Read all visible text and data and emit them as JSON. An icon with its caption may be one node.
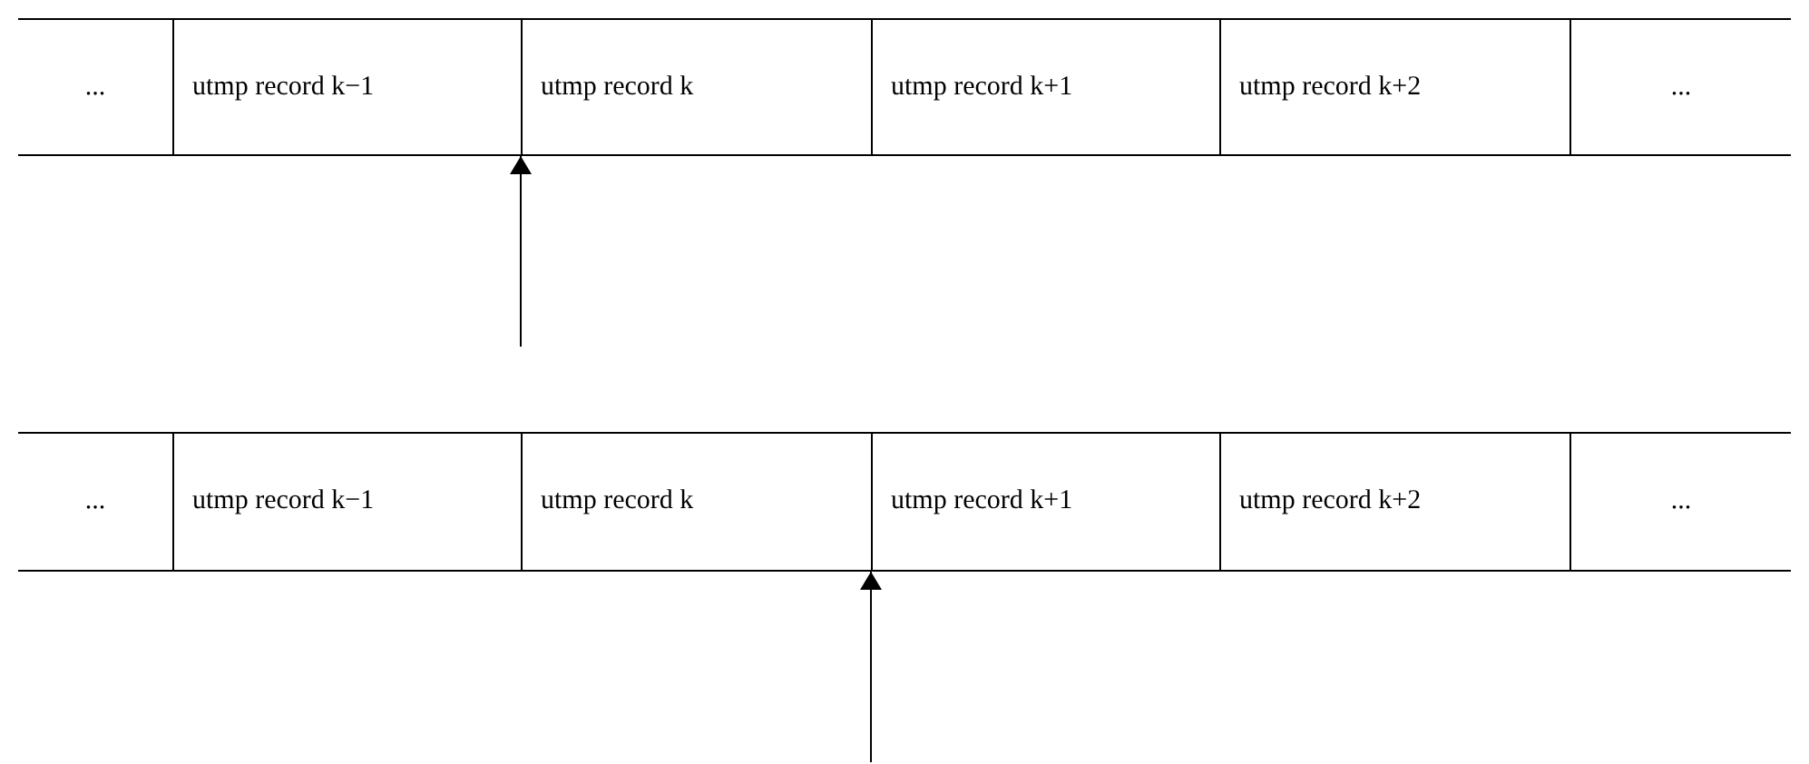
{
  "diagram": {
    "nodes": [
      {
        "text": [
          "..."
        ]
      },
      {
        "text": [
          "utmp record k−1"
        ]
      },
      {
        "text": [
          "utmp record k"
        ]
      },
      {
        "text": [
          "utmp record k+1"
        ]
      },
      {
        "text": [
          "utmp record k+2"
        ]
      },
      {
        "text": [
          "..."
        ]
      },
      {
        "text": [
          "..."
        ]
      },
      {
        "text": [
          "utmp record k−1"
        ]
      },
      {
        "text": [
          "utmp record k"
        ]
      },
      {
        "text": [
          "utmp record k+1"
        ]
      },
      {
        "text": [
          "utmp record k+2"
        ]
      },
      {
        "text": [
          "..."
        ]
      }
    ],
    "edges": [
      {
        "from": null,
        "to": 2,
        "arrow": "to"
      },
      {
        "from": null,
        "to": 9,
        "arrow": "to"
      }
    ]
  }
}
